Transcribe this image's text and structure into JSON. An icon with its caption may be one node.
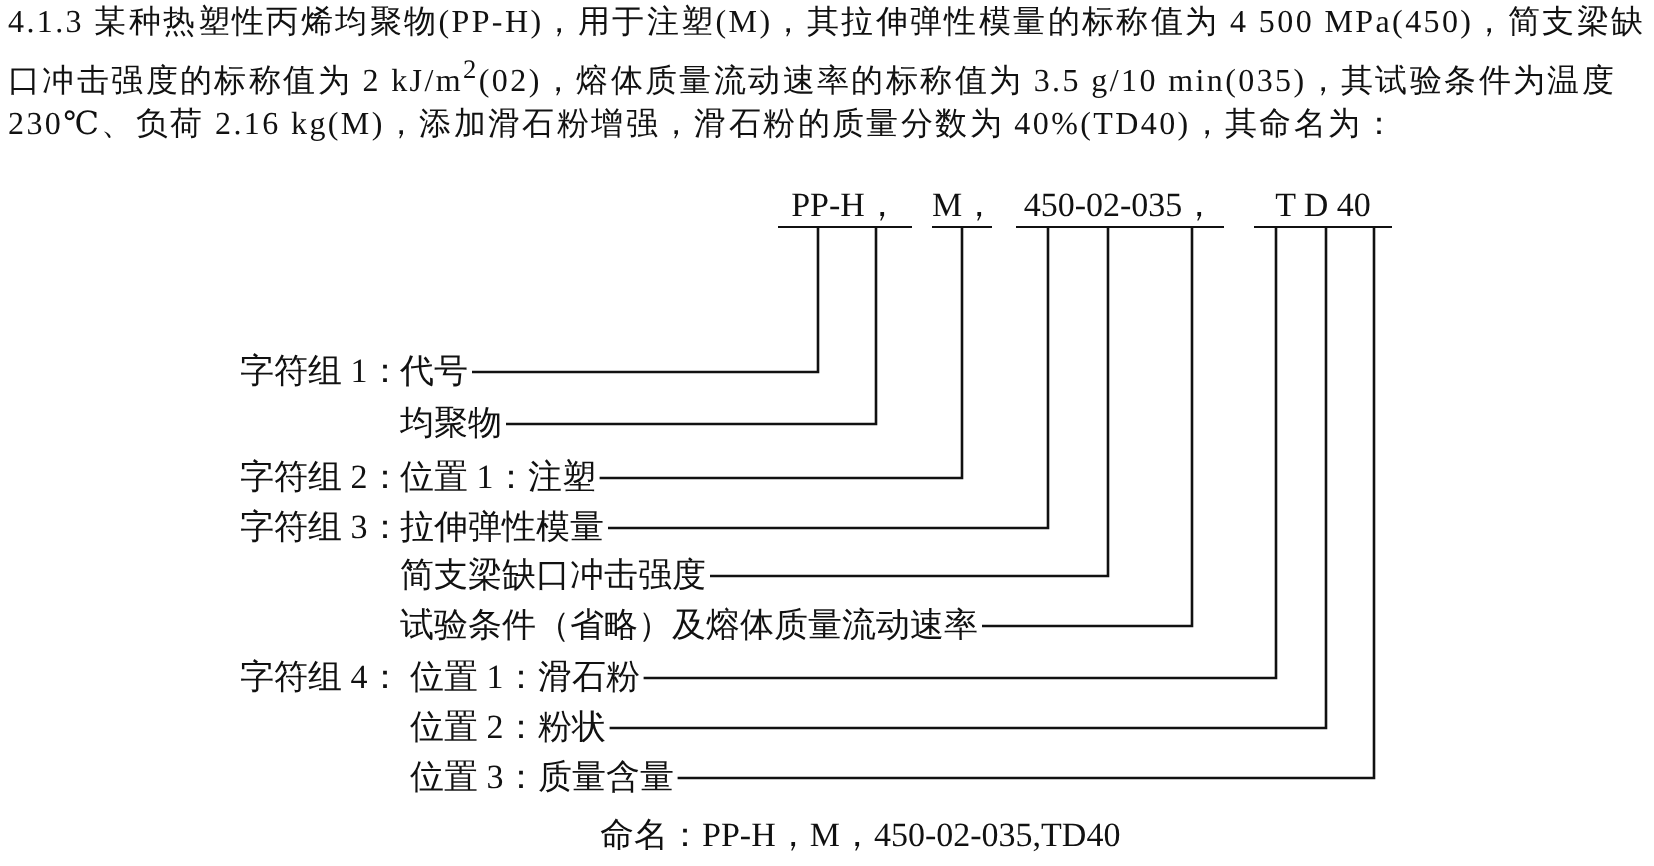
{
  "diagram": {
    "caption": "命名：PP-H，M，450-02-035,TD40",
    "nodes": [
      {
        "text": [
          "PP-H，"
        ]
      },
      {
        "text": [
          "M，"
        ]
      },
      {
        "text": [
          "450-02-035，"
        ]
      },
      {
        "text": [
          "T D 40"
        ]
      },
      {
        "text": [
          "代号"
        ]
      },
      {
        "text": [
          "均聚物"
        ]
      },
      {
        "text": [
          "位置 1：注塑"
        ]
      },
      {
        "text": [
          "拉伸弹性模量"
        ]
      },
      {
        "text": [
          "简支梁缺口冲击强度"
        ]
      },
      {
        "text": [
          "试验条件（省略）及熔体质量流动速率"
        ]
      },
      {
        "text": [
          "位置 1：滑石粉"
        ]
      },
      {
        "text": [
          "位置 2：粉状"
        ]
      },
      {
        "text": [
          "位置 3：质量含量"
        ]
      }
    ],
    "edges": [
      {
        "from": 4,
        "to": 0,
        "arrow": "none"
      },
      {
        "from": 5,
        "to": 0,
        "arrow": "none"
      },
      {
        "from": 6,
        "to": 1,
        "arrow": "none"
      },
      {
        "from": 7,
        "to": 2,
        "arrow": "none"
      },
      {
        "from": 8,
        "to": 2,
        "arrow": "none"
      },
      {
        "from": 9,
        "to": 2,
        "arrow": "none"
      },
      {
        "from": 10,
        "to": 3,
        "arrow": "none"
      },
      {
        "from": 11,
        "to": 3,
        "arrow": "none"
      },
      {
        "from": 12,
        "to": 3,
        "arrow": "none"
      }
    ],
    "labels": [
      "4.1.3 某种热塑性丙烯均聚物(PP-H)，用于注塑(M)，其拉伸弹性模量的标称值为 4 500 MPa(450)，简支梁缺口冲击强度的标称值为 2 kJ/m$^{2}$(02)，熔体质量流动速率的标称值为 3.5 g/10 min(035)，其试验条件为温度 230℃、负荷 2.16 kg(M)，添加滑石粉增强，滑石粉的质量分数为 40%(TD40)，其命名为：",
      "字符组 1：",
      "字符组 2：",
      "字符组 3：",
      "字符组 4："
    ]
  }
}
